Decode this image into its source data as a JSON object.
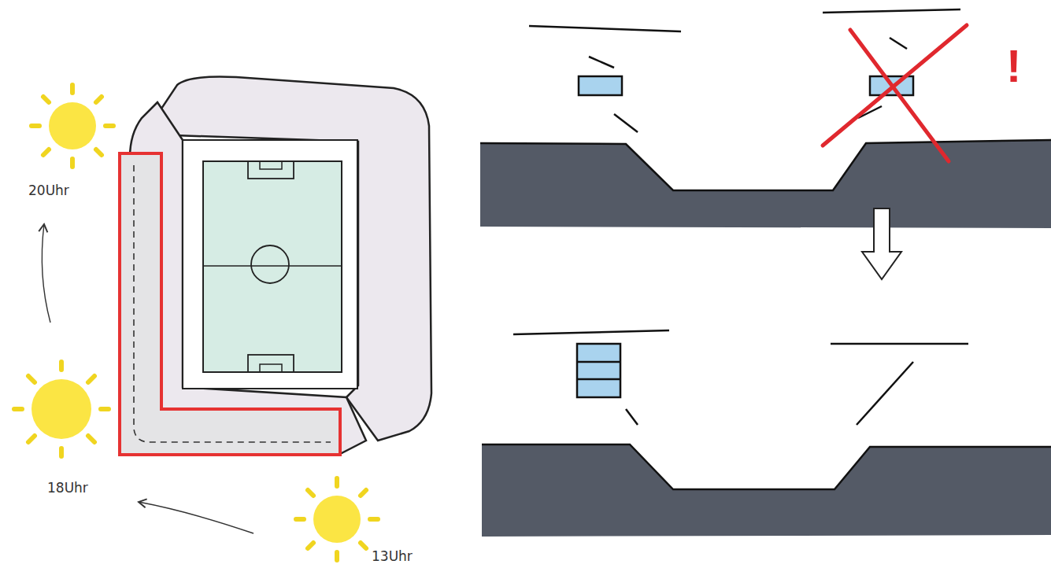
{
  "diagram": {
    "labels": [
      "20Uhr",
      "18Uhr",
      "13Uhr",
      "!"
    ]
  }
}
